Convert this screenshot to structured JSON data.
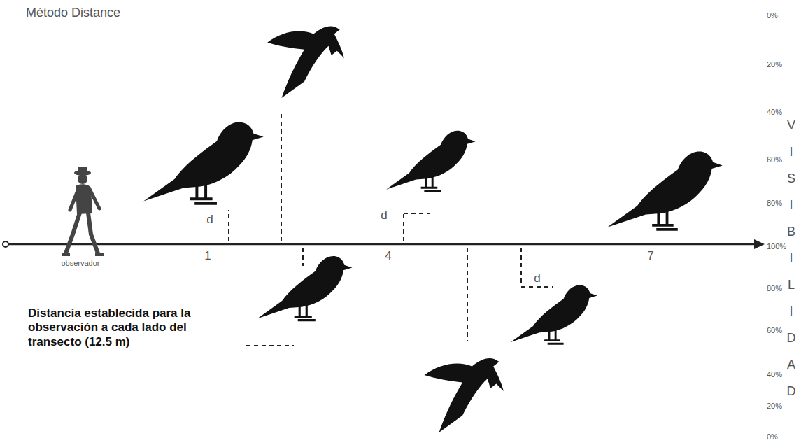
{
  "diagram": {
    "title": "Método Distance",
    "caption": "Distancia establecida para la observación a cada lado del transecto (12.5 m)",
    "labels": [
      "observador",
      "1",
      "4",
      "7",
      "d",
      "d",
      "d",
      "0%",
      "20%",
      "40%",
      "60%",
      "80%",
      "100%",
      "80%",
      "60%",
      "40%",
      "20%",
      "0%",
      "VISIBILIDAD"
    ]
  }
}
